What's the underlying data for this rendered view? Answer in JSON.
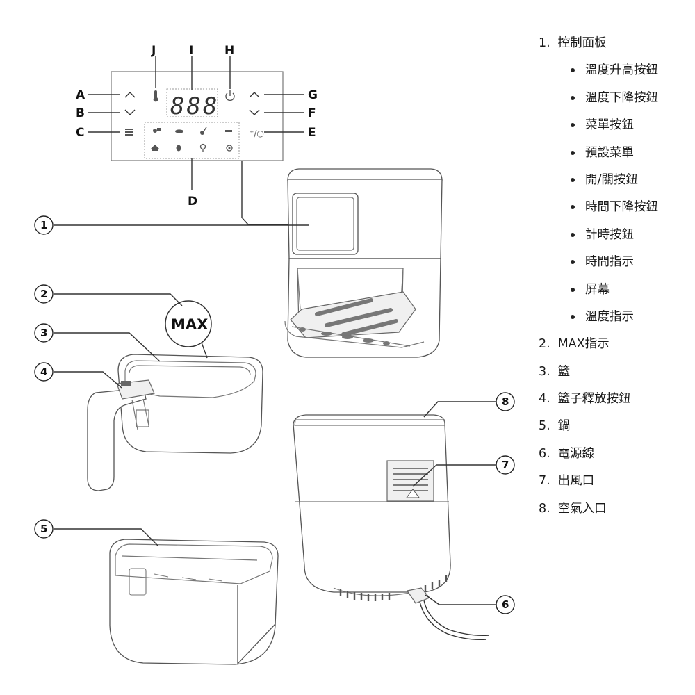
{
  "panel": {
    "callouts": {
      "A": "A",
      "B": "B",
      "C": "C",
      "D": "D",
      "E": "E",
      "F": "F",
      "G": "G",
      "H": "H",
      "I": "I",
      "J": "J"
    },
    "display_text": "888"
  },
  "parts": {
    "numbers": [
      "1",
      "2",
      "3",
      "4",
      "5",
      "6",
      "7",
      "8"
    ],
    "max_mark": "MAX"
  },
  "legend": {
    "control_panel": {
      "number": "1.",
      "label": "控制面板"
    },
    "control_panel_items": [
      "溫度升高按鈕",
      "溫度下降按鈕",
      "菜單按鈕",
      "預設菜單",
      "開/關按鈕",
      "時間下降按鈕",
      "計時按鈕",
      "時間指示",
      "屏幕",
      "溫度指示"
    ],
    "entries": [
      {
        "number": "2.",
        "label": "MAX指示"
      },
      {
        "number": "3.",
        "label": "籃"
      },
      {
        "number": "4.",
        "label": "籃子釋放按鈕"
      },
      {
        "number": "5.",
        "label": "鍋"
      },
      {
        "number": "6.",
        "label": "電源線"
      },
      {
        "number": "7.",
        "label": "出風口"
      },
      {
        "number": "8.",
        "label": "空氣入口"
      }
    ]
  },
  "colors": {
    "line": "#333333",
    "outline": "#555555",
    "background": "#ffffff"
  },
  "icons": [
    "thermometer-icon",
    "power-icon",
    "chevron-up-icon",
    "chevron-down-icon",
    "menu-icon",
    "preset-menu-icon",
    "timer-icon"
  ]
}
